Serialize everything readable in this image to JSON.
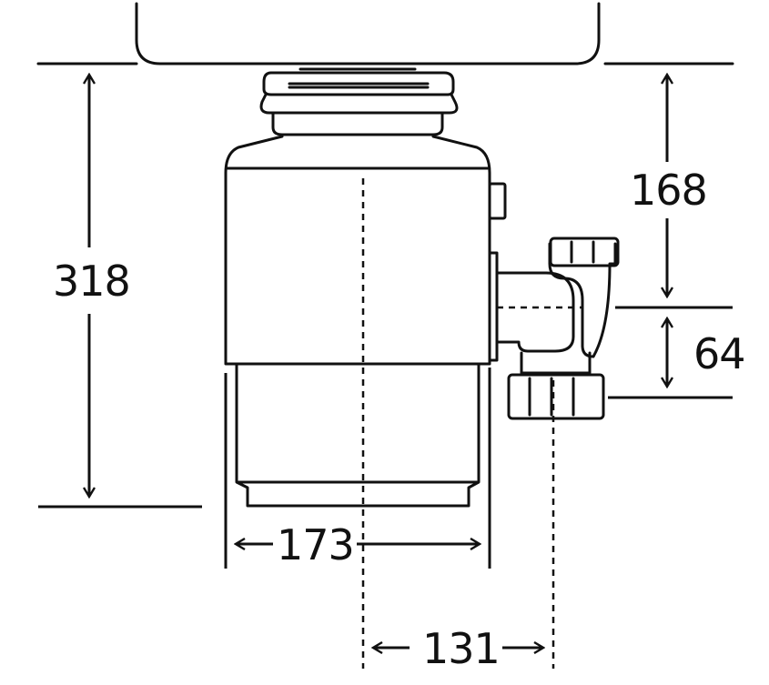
{
  "dimensions": {
    "total_height": "318",
    "top_to_outlet": "168",
    "outlet_height": "64",
    "body_width": "173",
    "outlet_offset": "131"
  },
  "colors": {
    "line": "#111111",
    "background": "#ffffff"
  }
}
